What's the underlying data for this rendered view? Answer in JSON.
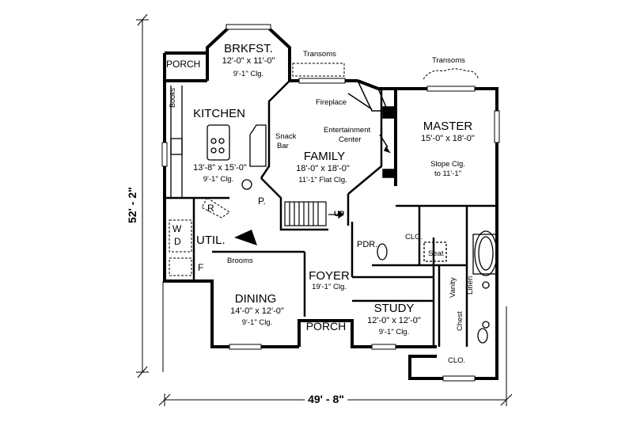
{
  "dimensions": {
    "overall_width": "49' - 8\"",
    "overall_depth": "52' - 2\""
  },
  "rooms": {
    "brkfst": {
      "name": "BRKFST.",
      "size": "12'-0\" x 11'-0\"",
      "ceiling": "9'-1\" Clg."
    },
    "kitchen": {
      "name": "KITCHEN",
      "size": "13'-8\" x 15'-0\"",
      "ceiling": "9'-1\" Clg."
    },
    "family": {
      "name": "FAMILY",
      "size": "18'-0\" x 18'-0\"",
      "ceiling": "11'-1\" Flat Clg."
    },
    "master": {
      "name": "MASTER",
      "size": "15'-0\" x 18'-0\"",
      "ceiling": "Slope Clg.",
      "ceiling2": "to 11'-1\""
    },
    "dining": {
      "name": "DINING",
      "size": "14'-0\" x 12'-0\"",
      "ceiling": "9'-1\" Clg."
    },
    "foyer": {
      "name": "FOYER",
      "ceiling": "19'-1\" Clg."
    },
    "study": {
      "name": "STUDY",
      "size": "12'-0\" x 12'-0\"",
      "ceiling": "9'-1\" Clg."
    },
    "util": {
      "name": "UTIL."
    }
  },
  "labels": {
    "porch_top": "PORCH",
    "porch_front": "PORCH",
    "transoms_1": "Transoms",
    "transoms_2": "Transoms",
    "fireplace": "Fireplace",
    "entertainment_1": "Entertainment",
    "entertainment_2": "Center",
    "snack_1": "Snack",
    "snack_2": "Bar",
    "books": "Books",
    "pantry": "P.",
    "up": "UP",
    "pdr": "PDR.",
    "clo_1": "CLO.",
    "clo_2": "CLO.",
    "seat": "Seat",
    "vanity": "Vanity",
    "linen": "Linen",
    "chest": "Chest",
    "brooms": "Brooms",
    "r": "R",
    "w": "W",
    "d": "D",
    "f": "F"
  }
}
